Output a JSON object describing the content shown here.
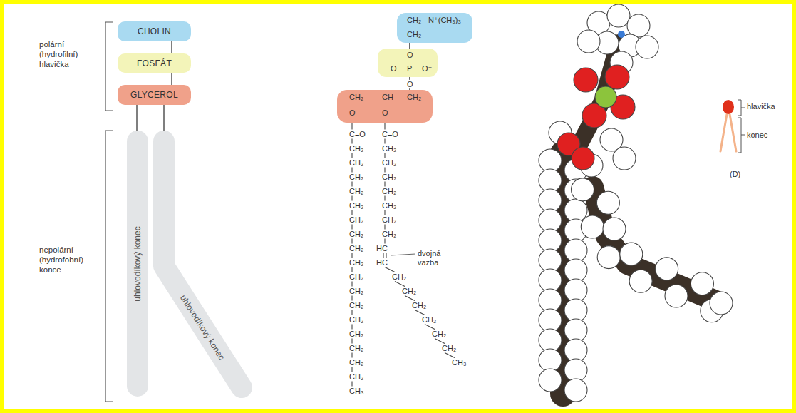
{
  "diagram": {
    "nodes": [
      {
        "text": [
          "CHOLIN"
        ]
      },
      {
        "text": [
          "FOSFÁT"
        ]
      },
      {
        "text": [
          "GLYCEROL"
        ]
      },
      {
        "text": [
          "uhlovodíkový konec"
        ]
      },
      {
        "text": [
          "uhlovodíkový konec"
        ]
      },
      {
        "text": [
          "CH₂",
          "N⁺(CH₃)₃",
          "CH₂"
        ]
      },
      {
        "text": [
          "O",
          "O",
          "P",
          "O⁻"
        ]
      },
      {
        "text": [
          "CH₂",
          "CH",
          "CH₂",
          "O",
          "O"
        ]
      }
    ],
    "edges": [
      {
        "from": 0,
        "to": 1,
        "arrow": "none"
      },
      {
        "from": 1,
        "to": 2,
        "arrow": "none"
      },
      {
        "from": 2,
        "to": 3,
        "arrow": "none"
      },
      {
        "from": 2,
        "to": 4,
        "arrow": "none"
      },
      {
        "from": 5,
        "to": 6,
        "arrow": "none"
      },
      {
        "from": 6,
        "to": 7,
        "arrow": "none"
      }
    ],
    "labels": [
      "polární (hydrofilní) hlavička",
      "nepolární (hydrofobní) konce",
      "O",
      "C=O",
      "C=O",
      "CH₂",
      "CH₂",
      "CH₂",
      "CH₂",
      "CH₂",
      "CH₂",
      "CH₂",
      "CH₂",
      "CH₂",
      "CH₂",
      "CH₂",
      "CH₂",
      "CH₂",
      "CH₂",
      "CH₂",
      "CH₂",
      "CH₂",
      "CH₃",
      "CH₂",
      "CH₂",
      "CH₂",
      "CH₂",
      "CH₂",
      "CH₂",
      "CH₂",
      "HC",
      "HC",
      "CH₂",
      "CH₂",
      "CH₂",
      "CH₂",
      "CH₂",
      "CH₂",
      "CH₃",
      "dvojná vazba",
      "hlavička",
      "konec",
      "(D)"
    ]
  }
}
